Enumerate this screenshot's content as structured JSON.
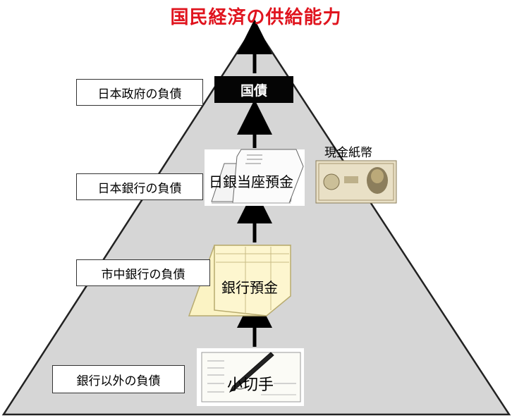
{
  "title": "国民経済の供給能力",
  "liabilities": {
    "government": "日本政府の負債",
    "boj": "日本銀行の負債",
    "commercial_banks": "市中銀行の負債",
    "non_banks": "銀行以外の負債"
  },
  "instruments": {
    "bonds": "国債",
    "boj_current_account": "日銀当座預金",
    "bank_deposits": "銀行預金",
    "checks": "小切手",
    "cash": "現金紙幣"
  },
  "colors": {
    "title": "#e0141e",
    "pyramid_fill": "#d6d6d6",
    "arrow": "#000000"
  }
}
